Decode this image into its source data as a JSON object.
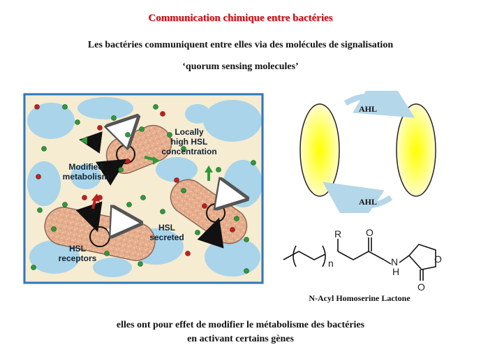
{
  "title": "Communication chimique entre bactéries",
  "subtitle_line1": "Les bactéries communiquent entre elles via des molécules de signalisation",
  "subtitle_line2": "‘quorum sensing molecules’",
  "figure": {
    "labels": {
      "local_hsl": [
        "Locally",
        "high HSL",
        "concentration"
      ],
      "modified": [
        "Modified",
        "metabolism"
      ],
      "hsl_secreted": [
        "HSL",
        "secreted"
      ],
      "hsl_receptors": [
        "HSL",
        "receptors"
      ]
    }
  },
  "cycle": {
    "top_label": "AHL",
    "bottom_label": "AHL"
  },
  "molecule": {
    "r_label": "R",
    "n_label": "n",
    "nh_label": "H",
    "n_atom": "N",
    "o_label": "O",
    "name": "N-Acyl Homoserine Lactone"
  },
  "conclusion_line1": "elles ont pour effet de modifier le métabolisme des bactéries",
  "conclusion_line2": "en activant certains gènes",
  "colors": {
    "title": "#c0141b",
    "background_pores": "#a9d4ea",
    "matrix": "#f6ecd2",
    "bacterium": "#e6b091",
    "frame": "#2f77c0",
    "green_molecule": "#2e9a3a",
    "red_molecule": "#c0201f"
  }
}
